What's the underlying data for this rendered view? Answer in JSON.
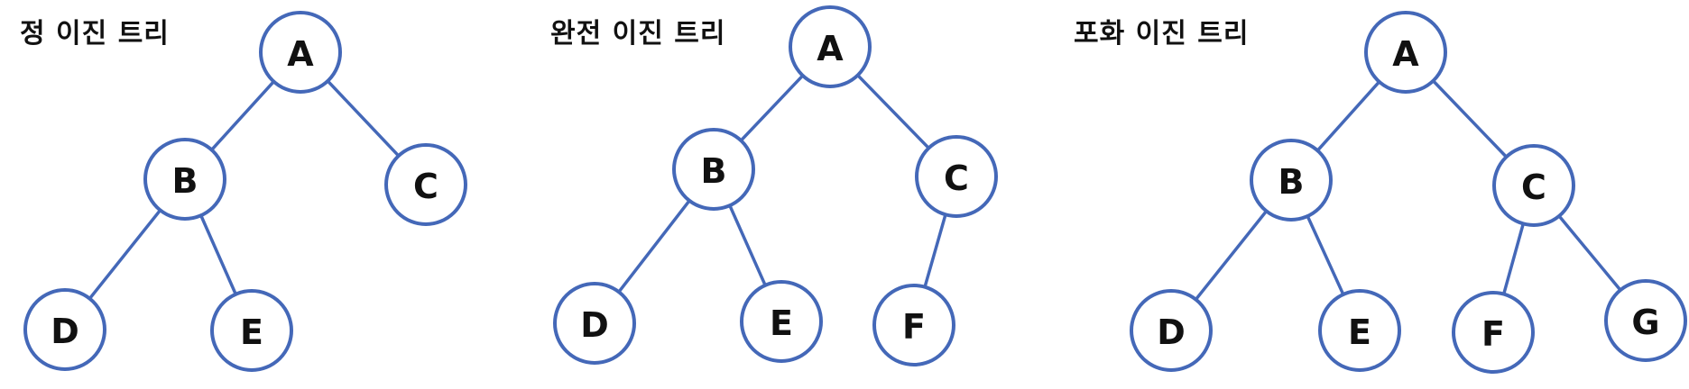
{
  "colors": {
    "edge": "#4468b8",
    "node_outline": "#4468b8",
    "node_fill": "#ffffff",
    "text": "#111111"
  },
  "panels": [
    {
      "title": "정 이진 트리",
      "nodes": [
        "A",
        "B",
        "C",
        "D",
        "E"
      ],
      "edges": [
        [
          "A",
          "B"
        ],
        [
          "A",
          "C"
        ],
        [
          "B",
          "D"
        ],
        [
          "B",
          "E"
        ]
      ]
    },
    {
      "title": "완전 이진 트리",
      "nodes": [
        "A",
        "B",
        "C",
        "D",
        "E",
        "F"
      ],
      "edges": [
        [
          "A",
          "B"
        ],
        [
          "A",
          "C"
        ],
        [
          "B",
          "D"
        ],
        [
          "B",
          "E"
        ],
        [
          "C",
          "F"
        ]
      ]
    },
    {
      "title": "포화 이진 트리",
      "nodes": [
        "A",
        "B",
        "C",
        "D",
        "E",
        "F",
        "G"
      ],
      "edges": [
        [
          "A",
          "B"
        ],
        [
          "A",
          "C"
        ],
        [
          "B",
          "D"
        ],
        [
          "B",
          "E"
        ],
        [
          "C",
          "F"
        ],
        [
          "C",
          "G"
        ]
      ]
    }
  ]
}
